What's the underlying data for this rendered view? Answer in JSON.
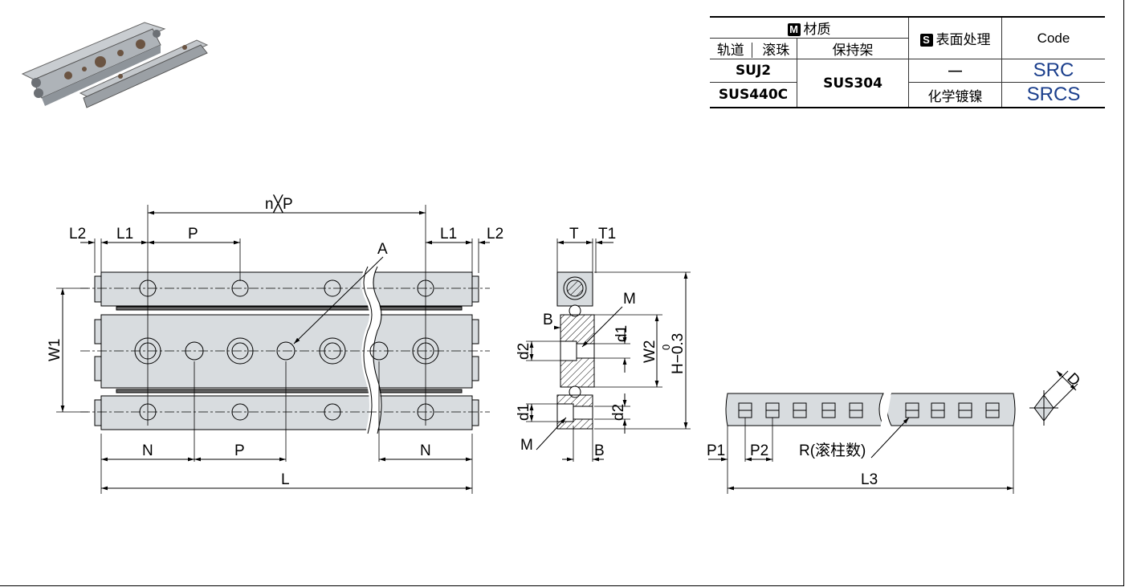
{
  "table": {
    "material_header": "材质",
    "material_tag": "M",
    "surface_tag": "S",
    "surface_header": "表面处理",
    "code_header": "Code",
    "col_rail": "轨道",
    "col_roller": "滚珠",
    "col_cage": "保持架",
    "rows": [
      {
        "rail_roller": "SUJ2",
        "surface": "—",
        "code": "SRC"
      },
      {
        "rail_roller": "SUS440C",
        "surface": "化学镀镍",
        "code": "SRCS"
      }
    ],
    "cage": "SUS304"
  },
  "drawing": {
    "labels": {
      "nxp": "n╳P",
      "L2": "L2",
      "L1": "L1",
      "P": "P",
      "A": "A",
      "W1": "W1",
      "N": "N",
      "L": "L",
      "T": "T",
      "T1": "T1",
      "M": "M",
      "B": "B",
      "d1": "d1",
      "d2": "d2",
      "W2": "W2",
      "H": "H−0.3",
      "H_tol_upper": "0",
      "P1": "P1",
      "P2": "P2",
      "R": "R(滚柱数)",
      "L3": "L3",
      "D": "D"
    }
  },
  "colors": {
    "rail": "#d8dcdf",
    "code": "#1a3e8c",
    "line": "#000000"
  }
}
